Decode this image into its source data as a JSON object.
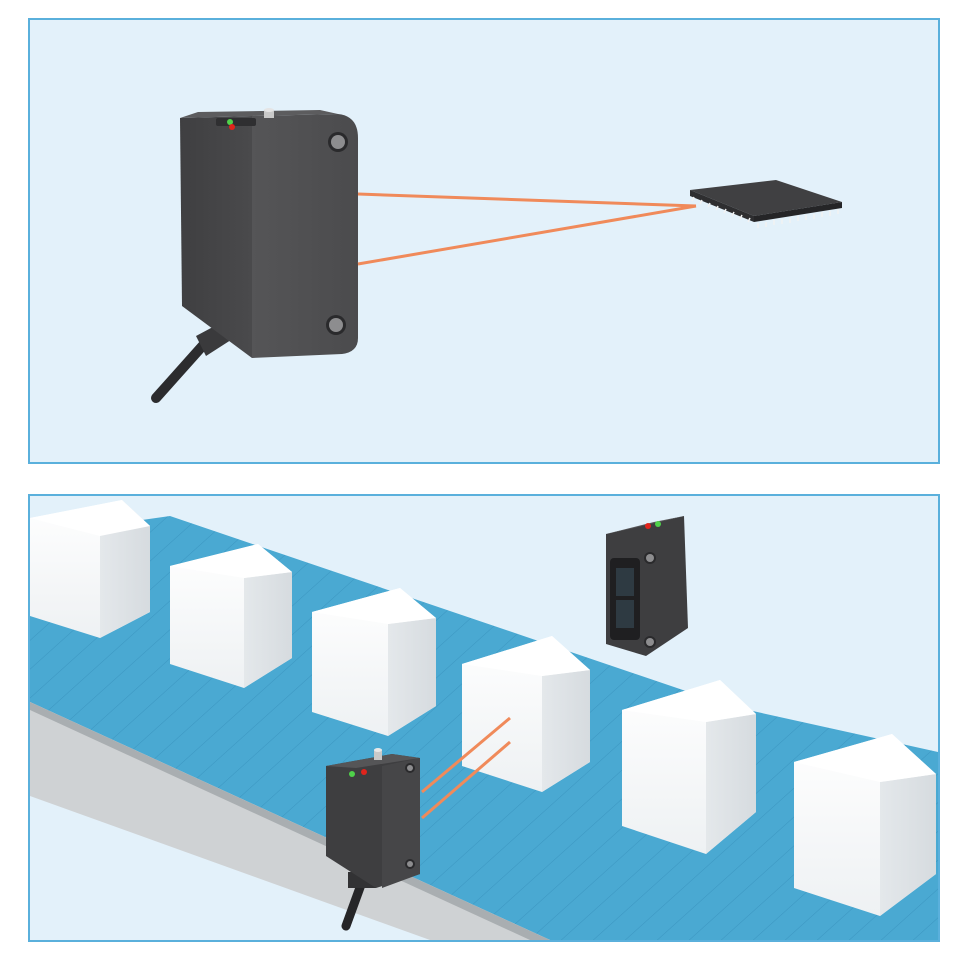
{
  "scene": {
    "top_panel": {
      "subject": "photoelectric-sensor-detecting-chip",
      "sensor_led_colors": [
        "#4fd14a",
        "#e0241c"
      ],
      "beam_color": "#f08a5a",
      "background_color": "#e3f1fa",
      "border_color": "#5ab0dc"
    },
    "bottom_panel": {
      "subject": "sensors-detecting-boxes-on-conveyor",
      "box_count": 6,
      "belt_color": "#4aa9d2",
      "box_color": "#f4f6f8",
      "sensor_count": 2
    }
  }
}
